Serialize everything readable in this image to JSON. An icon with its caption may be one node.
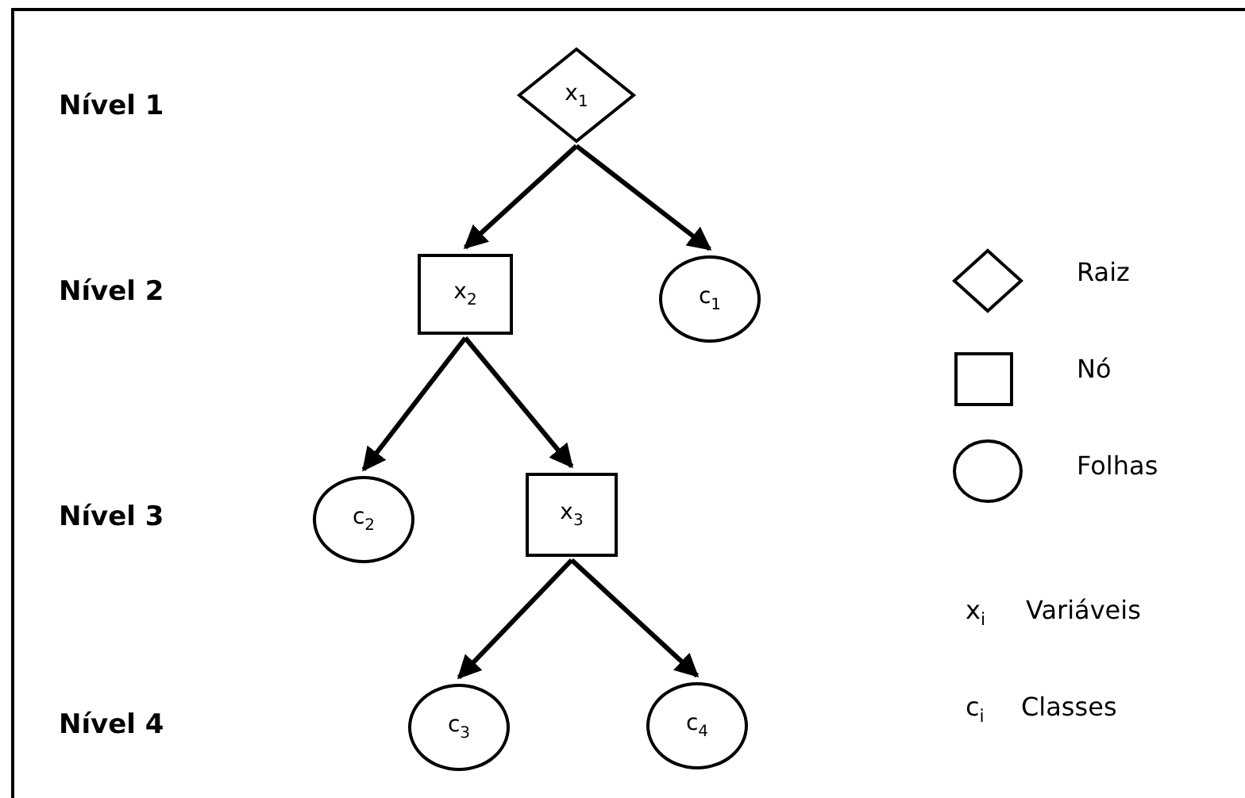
{
  "diagram": {
    "nodes": [
      {
        "text": [
          "x$_{1}$"
        ]
      },
      {
        "text": [
          "x$_{2}$"
        ]
      },
      {
        "text": [
          "c$_{1}$"
        ]
      },
      {
        "text": [
          "c$_{2}$"
        ]
      },
      {
        "text": [
          "x$_{3}$"
        ]
      },
      {
        "text": [
          "c$_{3}$"
        ]
      },
      {
        "text": [
          "c$_{4}$"
        ]
      }
    ],
    "edges": [
      {
        "from": 0,
        "to": 1,
        "arrow": "to"
      },
      {
        "from": 0,
        "to": 2,
        "arrow": "to"
      },
      {
        "from": 1,
        "to": 3,
        "arrow": "to"
      },
      {
        "from": 1,
        "to": 4,
        "arrow": "to"
      },
      {
        "from": 4,
        "to": 5,
        "arrow": "to"
      },
      {
        "from": 4,
        "to": 6,
        "arrow": "to"
      }
    ],
    "labels": [
      "Nível 1",
      "Nível 2",
      "Nível 3",
      "Nível 4",
      "x$_{i}$",
      "Variáveis",
      "c$_{i}$",
      "Classes"
    ],
    "legend": [
      {
        "text": "Raiz"
      },
      {
        "text": "Nó"
      },
      {
        "text": "Folhas"
      }
    ]
  }
}
